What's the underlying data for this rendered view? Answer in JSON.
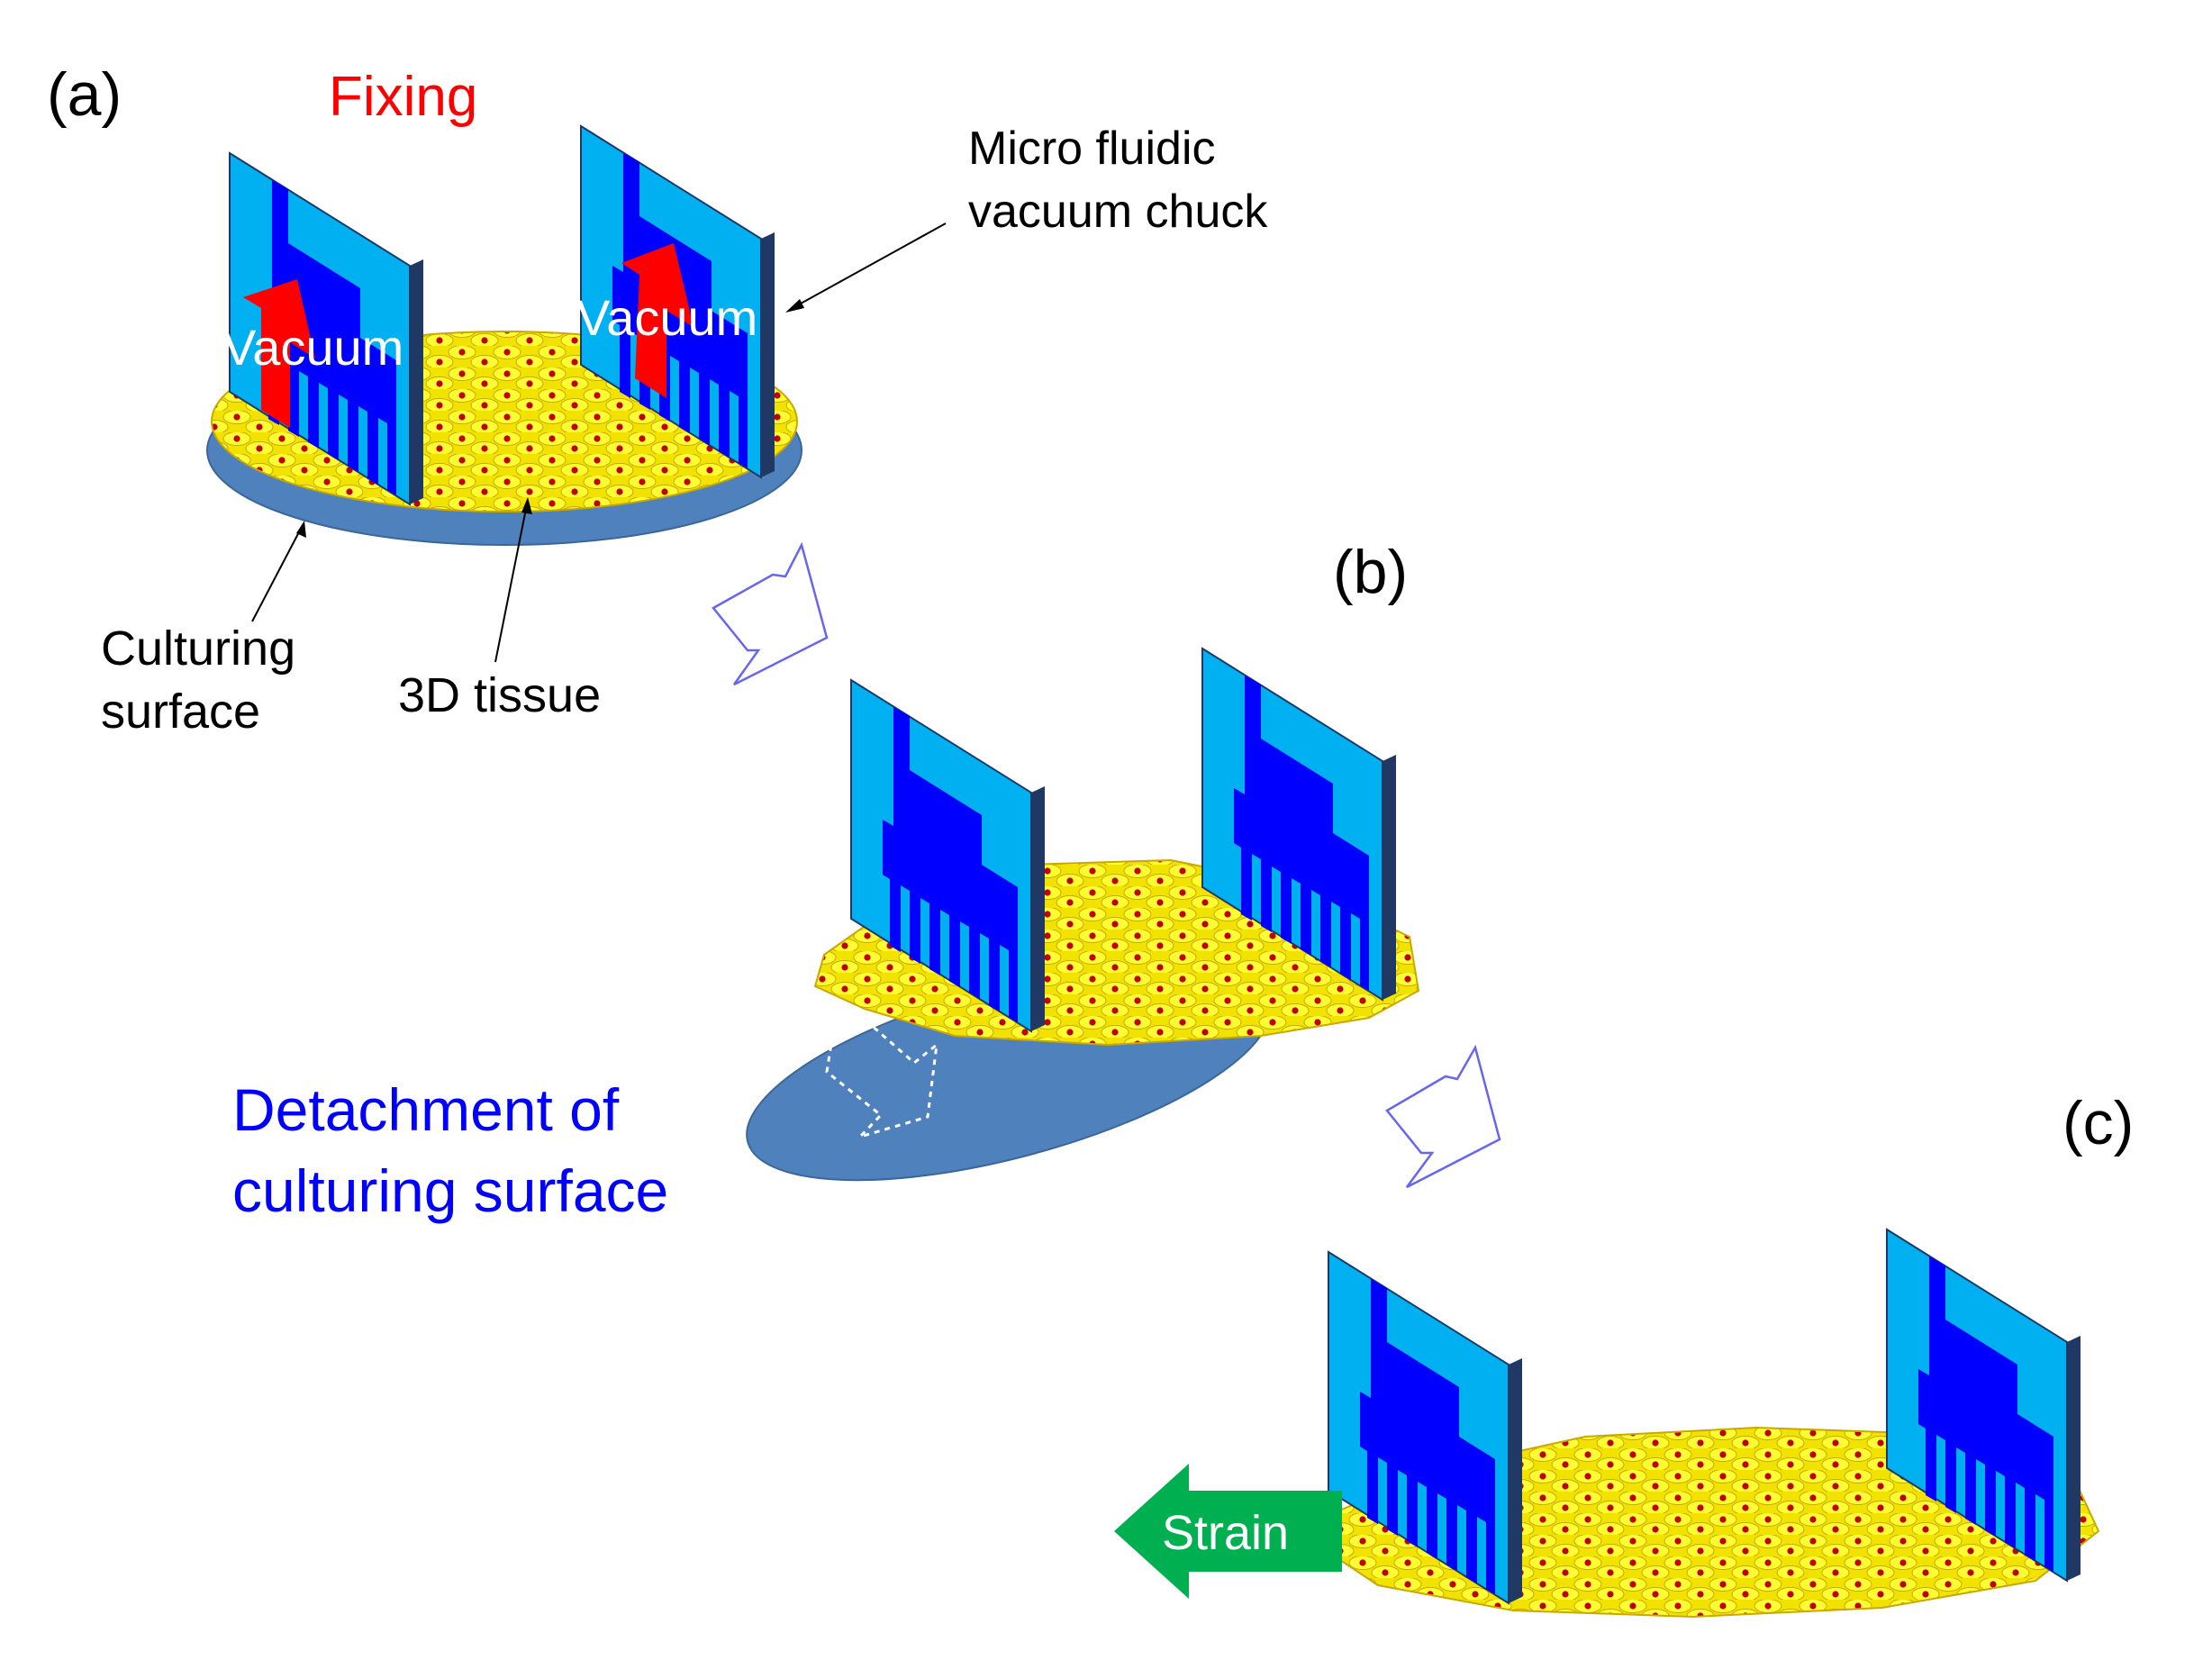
{
  "panels": {
    "a": {
      "label": "(a)",
      "action": "Fixing",
      "vacuum_left": "Vacuum",
      "vacuum_right": "Vacuum"
    },
    "b": {
      "label": "(b)"
    },
    "c": {
      "label": "(c)",
      "strain": "Strain"
    }
  },
  "annotations": {
    "chuck_line1": "Micro fluidic",
    "chuck_line2": "vacuum chuck",
    "surface_line1": "Culturing",
    "surface_line2": "surface",
    "tissue": "3D tissue",
    "detach_line1": "Detachment of",
    "detach_line2": "culturing surface"
  },
  "colors": {
    "chuck_light": "#00b0f0",
    "chuck_dark": "#0000ff",
    "chuck_edge": "#1f3864",
    "cell": "#ffff00",
    "nucleus": "#c00000",
    "surface": "#4f81bd",
    "vacuum_arrow": "#ff0000",
    "strain_arrow": "#00b050",
    "fixing_text": "#ff0000",
    "detach_text": "#0000ff",
    "step_arrow": "#6666ee"
  }
}
